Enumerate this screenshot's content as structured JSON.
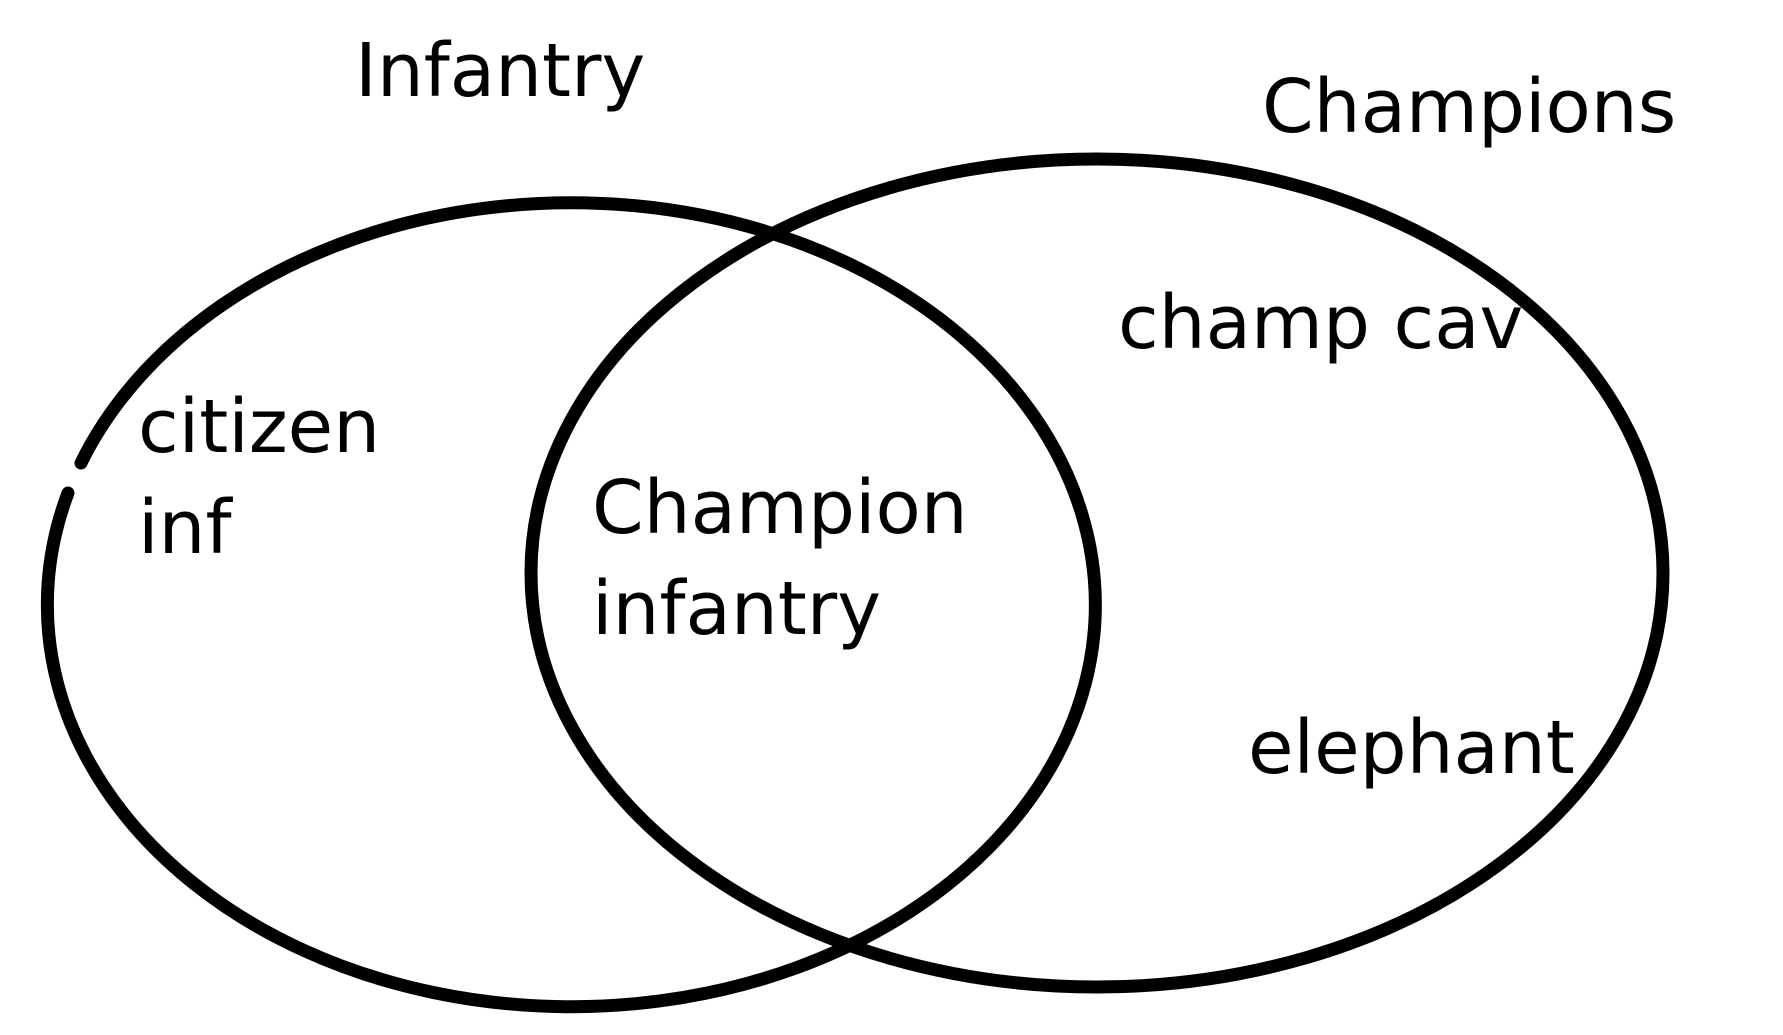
{
  "diagram": {
    "type": "venn",
    "stroke_color": "#000000",
    "text_color": "#000000",
    "background": "#ffffff",
    "sets": [
      {
        "id": "infantry",
        "label": "Infantry"
      },
      {
        "id": "champions",
        "label": "Champions"
      }
    ],
    "regions": {
      "infantry_only": {
        "lines": [
          "citizen",
          "inf"
        ]
      },
      "intersection": {
        "lines": [
          "Champion",
          "infantry"
        ]
      },
      "champions_only": {
        "items": [
          "champ cav",
          "elephant"
        ]
      }
    }
  }
}
